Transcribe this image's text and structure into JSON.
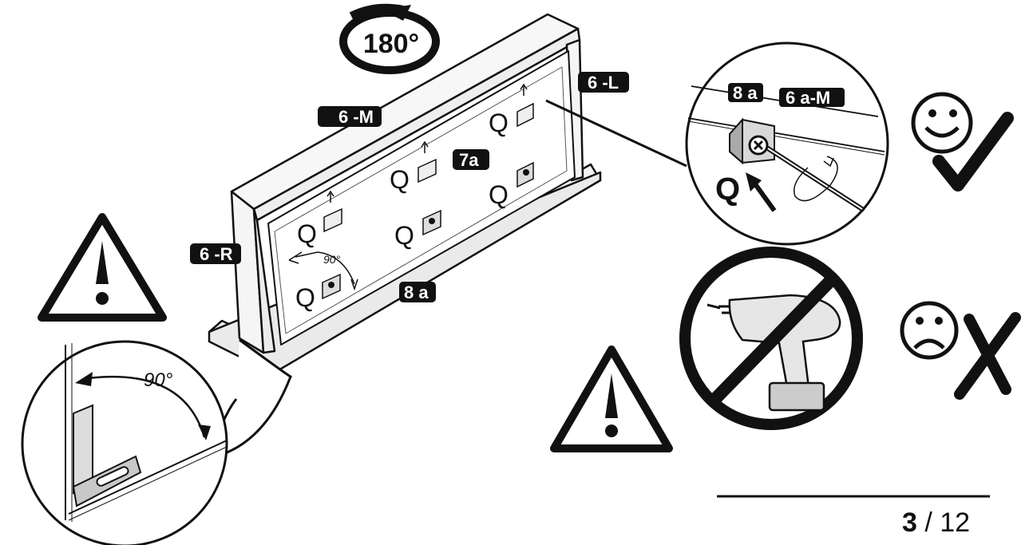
{
  "rotation": {
    "label": "180°"
  },
  "parts": {
    "top": "6 -M",
    "left_side": "6 -L",
    "right_side": "6 -R",
    "back_panel": "7a",
    "bottom": "8 a"
  },
  "fittings": {
    "letter": "Q"
  },
  "angle": {
    "label": "90°"
  },
  "zoom_detail": {
    "part_a": "8 a",
    "part_b": "6 a-M",
    "fitting": "Q"
  },
  "page": {
    "current": "3",
    "separator": " / ",
    "total": "12"
  },
  "colors": {
    "ink": "#111111",
    "paper": "#ffffff",
    "panel": "#f4f4f4"
  }
}
